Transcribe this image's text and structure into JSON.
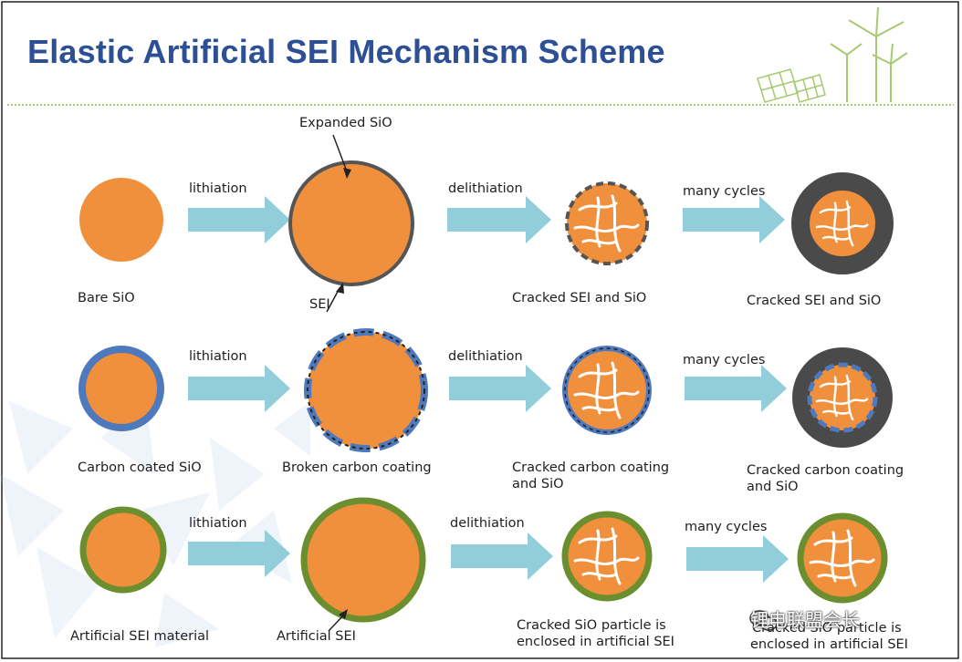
{
  "title": "Elastic Artificial SEI Mechanism Scheme",
  "colors": {
    "title": "#2d4f96",
    "particle": "#f08f3c",
    "sei_dark": "#4a4a4a",
    "carbon": "#4f79bd",
    "artificial_sei": "#6b8e2e",
    "arrow": "#92cddc",
    "crack": "#ffffff"
  },
  "step_labels": {
    "lithiation": "lithiation",
    "delithiation": "delithiation",
    "many_cycles": "many cycles"
  },
  "rows": [
    {
      "name": "bare",
      "stage_labels": [
        "Bare SiO",
        "",
        "Cracked SEI and SiO",
        "Cracked SEI and SiO"
      ],
      "callouts": [
        "Expanded SiO",
        "SEI"
      ]
    },
    {
      "name": "carbon-coated",
      "stage_labels": [
        "Carbon coated SiO",
        "Broken carbon coating",
        [
          "Cracked carbon coating",
          "and SiO"
        ],
        [
          "Cracked carbon coating",
          "and SiO"
        ]
      ]
    },
    {
      "name": "artificial-sei",
      "stage_labels": [
        "Artificial SEI material",
        "Artificial SEI",
        [
          "Cracked SiO particle is",
          "enclosed in artificial SEI"
        ],
        "enclosed in artificial SEI"
      ]
    }
  ],
  "watermark": "锂电联盟会长",
  "footer_overlap_text": "Cracked SiO particle is"
}
